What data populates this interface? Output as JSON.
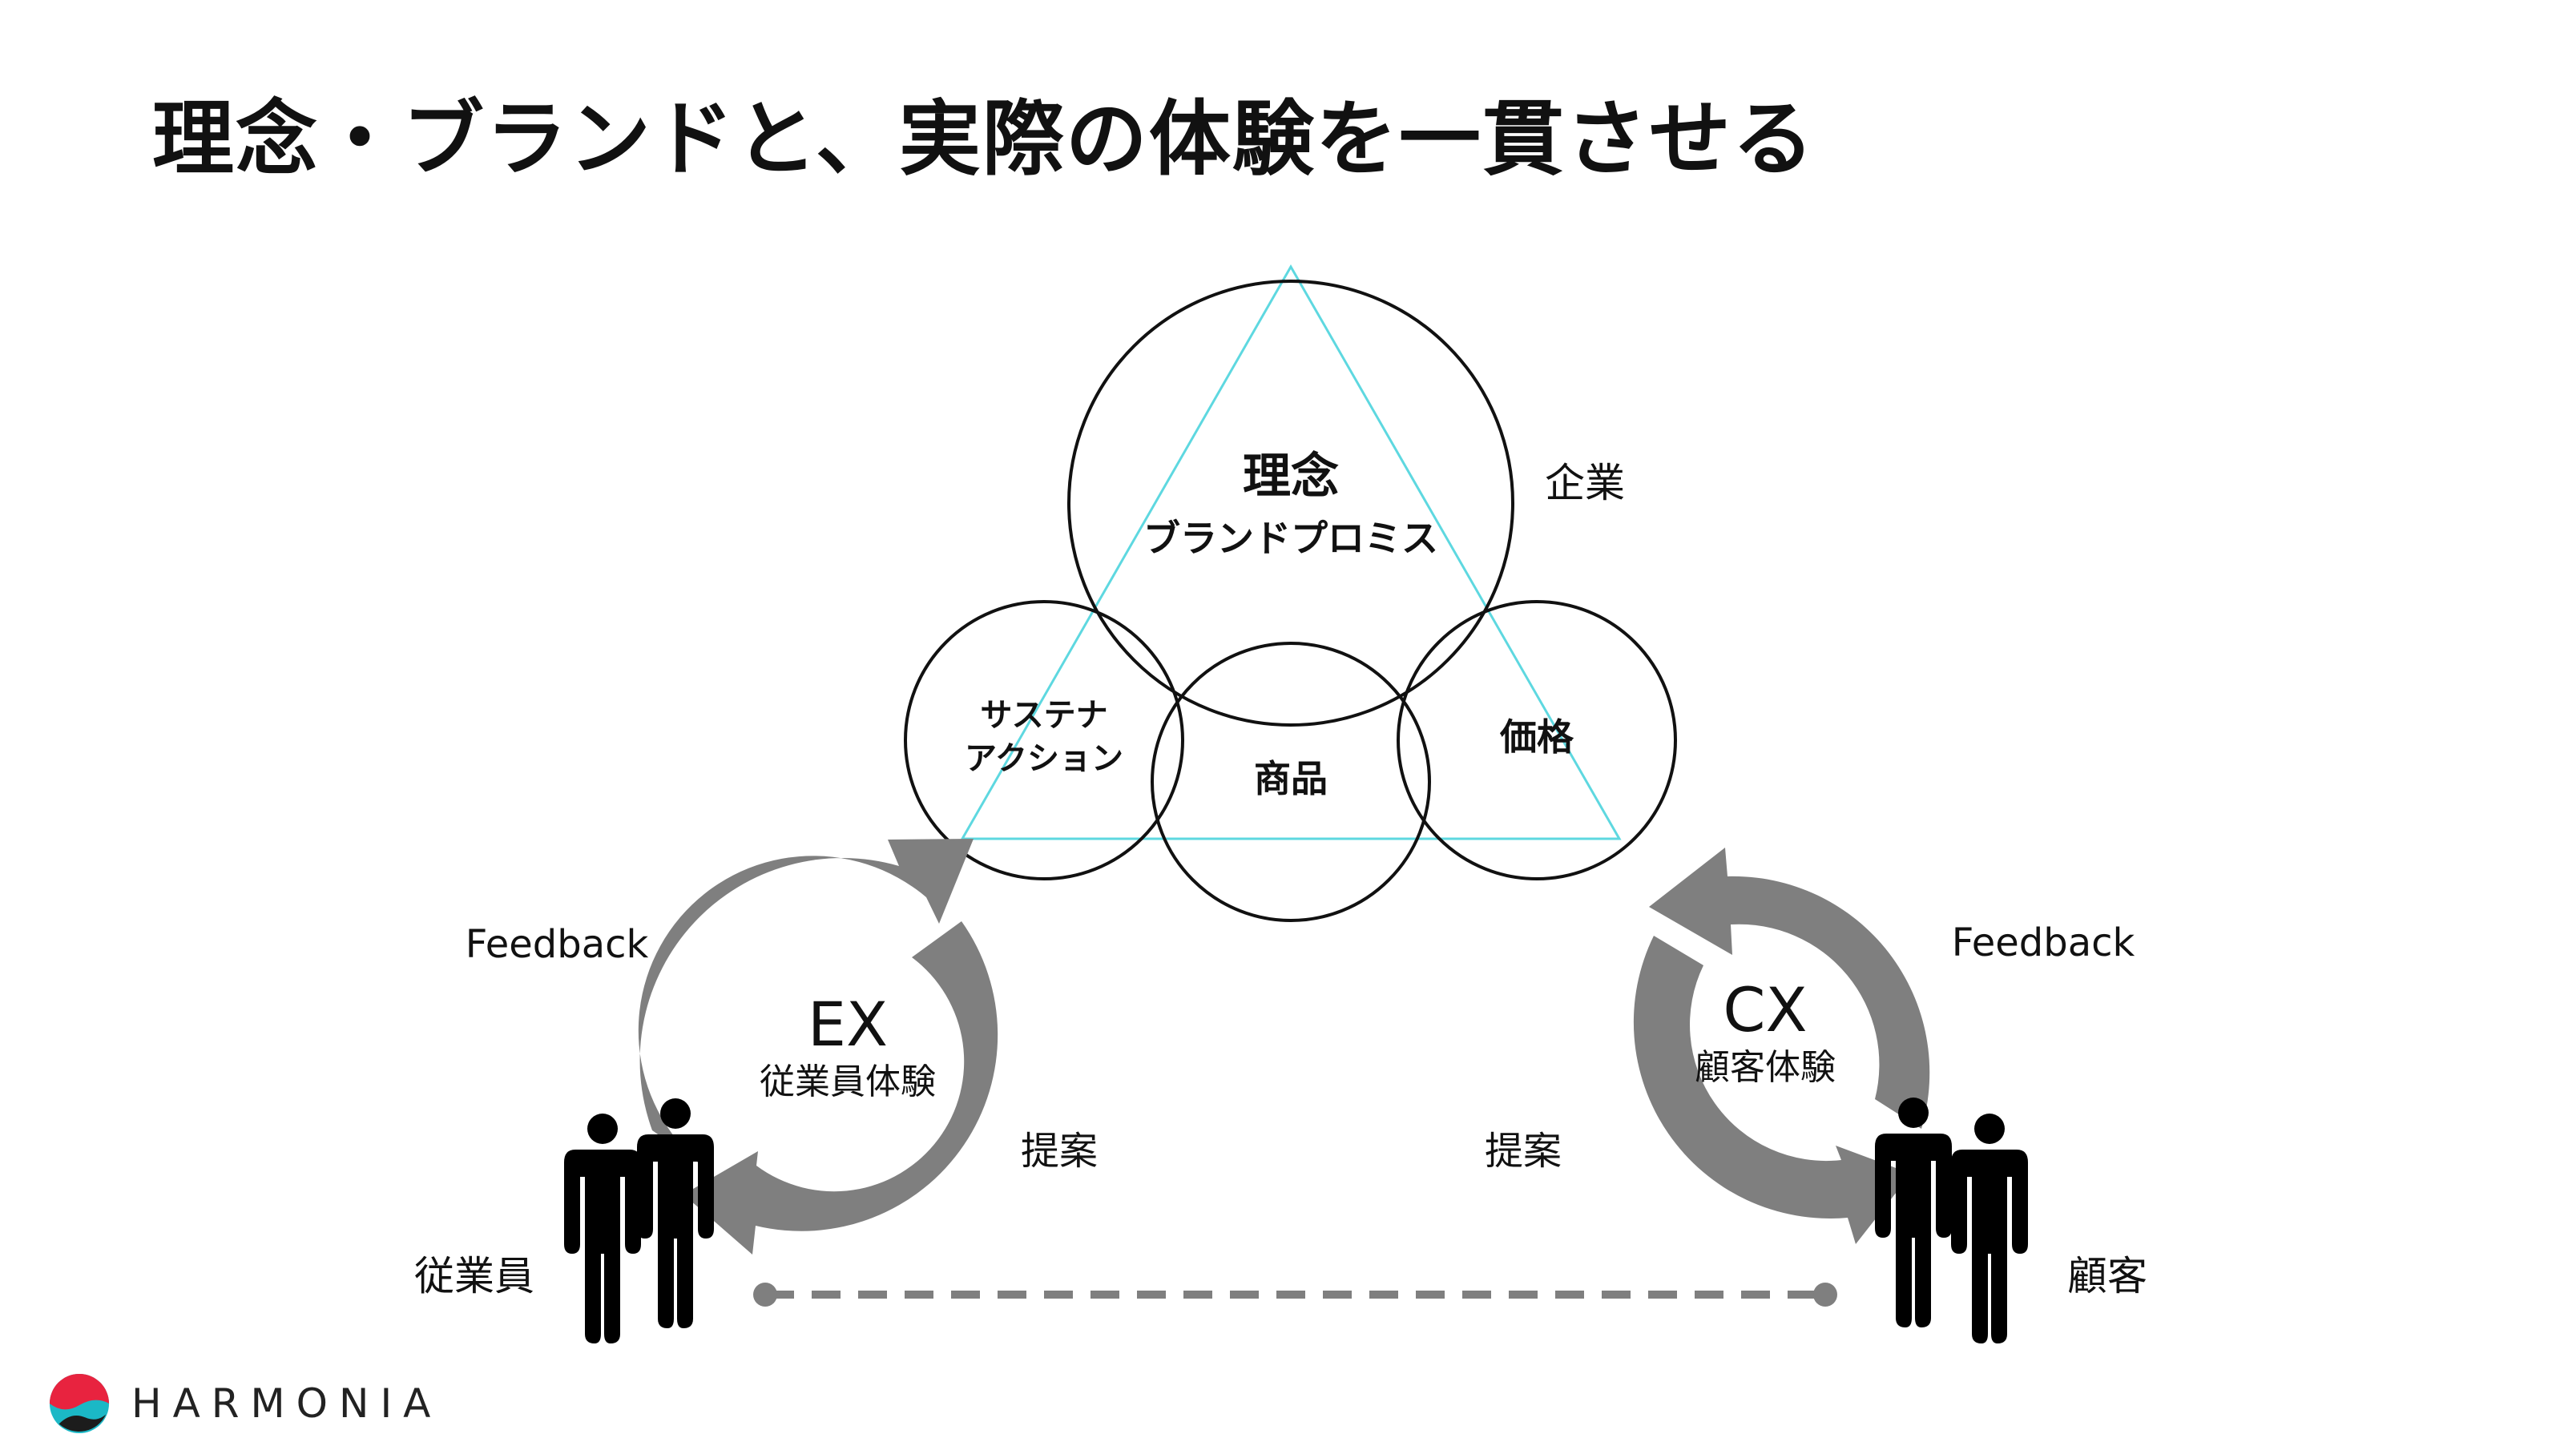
{
  "slide": {
    "title": "理念・ブランドと、実際の体験を一貫させる"
  },
  "diagram": {
    "philosophy_title": "理念",
    "philosophy_subtitle": "ブランドプロミス",
    "company_label": "企業",
    "sustain_line1": "サステナ",
    "sustain_line2": "アクション",
    "product_label": "商品",
    "price_label": "価格",
    "ex_title": "EX",
    "ex_subtitle": "従業員体験",
    "cx_title": "CX",
    "cx_subtitle": "顧客体験",
    "feedback_left": "Feedback",
    "feedback_right": "Feedback",
    "proposal_left": "提案",
    "proposal_right": "提案",
    "employees_label": "従業員",
    "customers_label": "顧客"
  },
  "brand": {
    "name": "HARMONIA"
  },
  "colors": {
    "triangle": "#5ed8e0",
    "cycle_arrow": "#7f7f7f",
    "circle_stroke": "#111111",
    "dashed_line": "#7f7f7f",
    "logo_red": "#e8233f",
    "logo_teal": "#1bb8c6",
    "logo_dark": "#1c1c1c"
  },
  "icons": [
    "people-icon",
    "cycle-arrow-icon",
    "harmonia-logo-icon"
  ]
}
